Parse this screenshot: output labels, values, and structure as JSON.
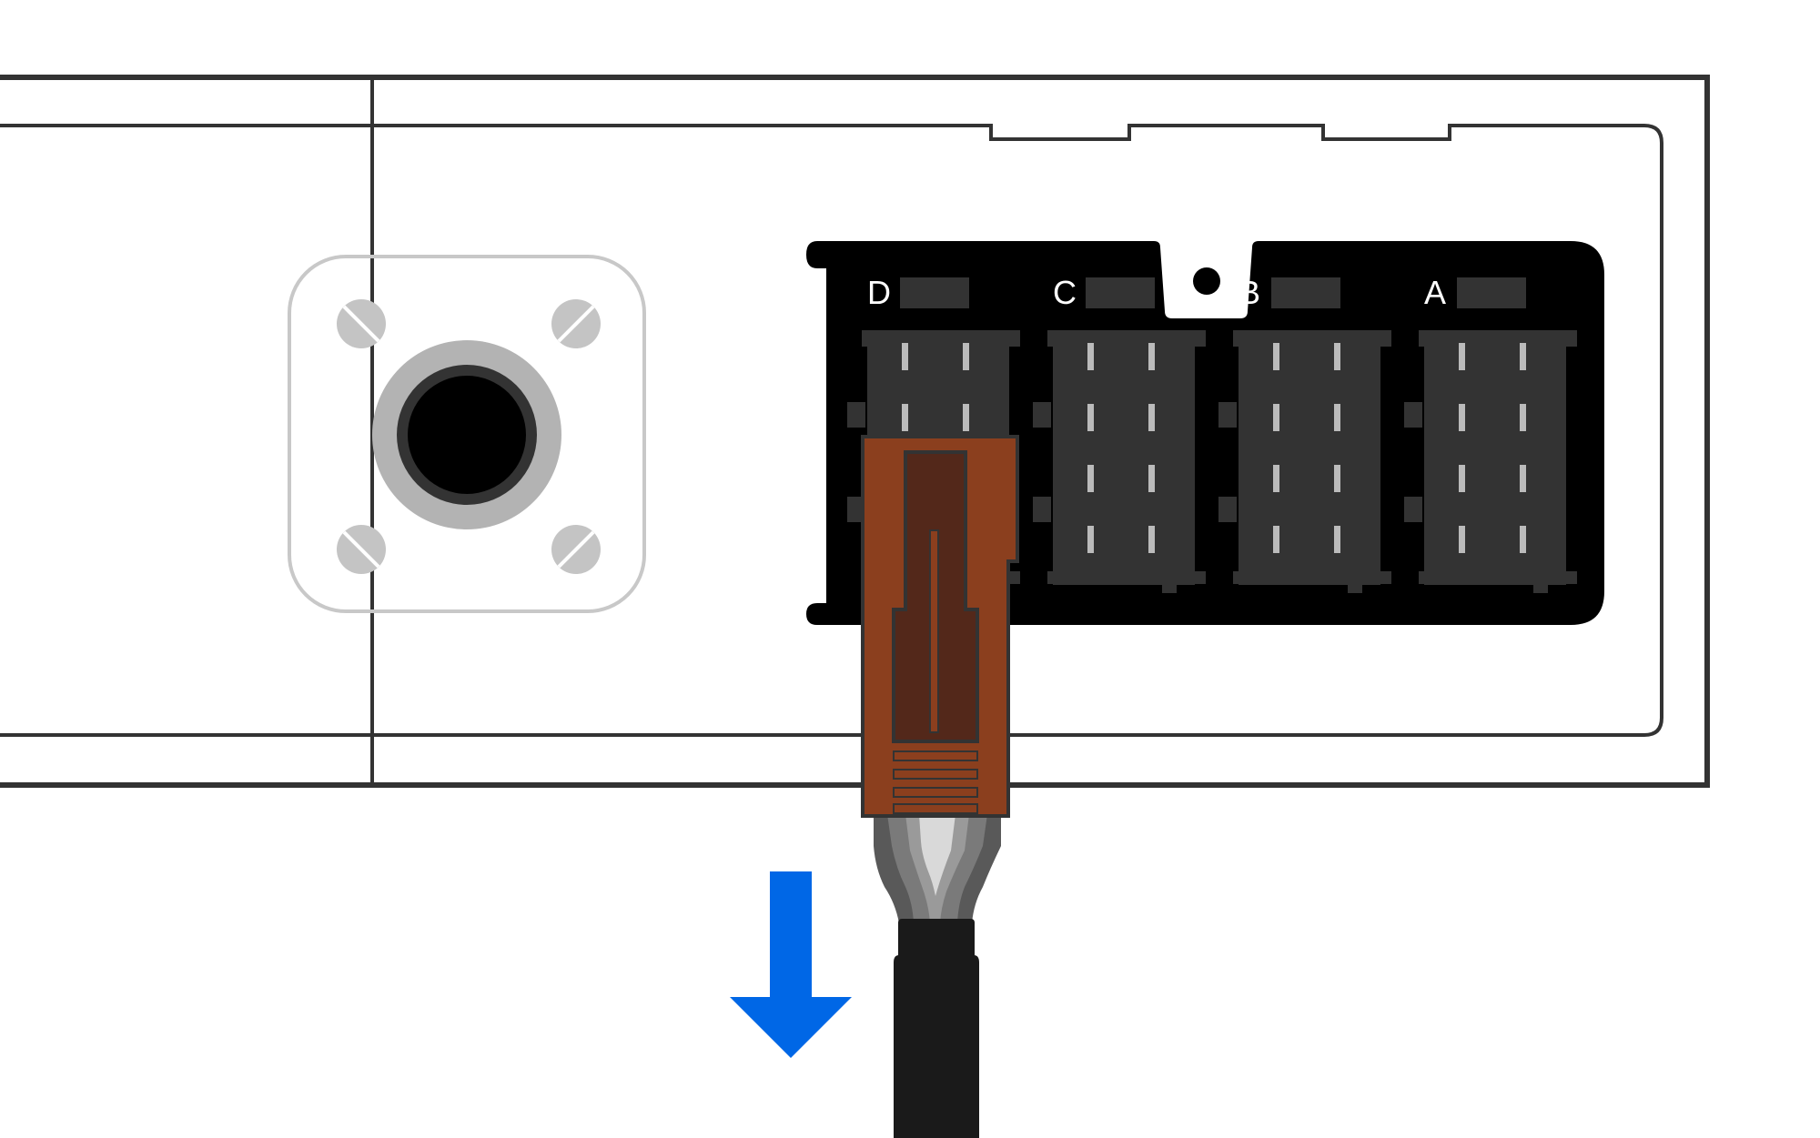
{
  "diagram": {
    "connector_slots": [
      {
        "letter": "D",
        "state": "plug-inserted"
      },
      {
        "letter": "C",
        "state": "empty"
      },
      {
        "letter": "B",
        "state": "empty"
      },
      {
        "letter": "A",
        "state": "empty"
      }
    ],
    "plug": {
      "color": "#8B3F1E",
      "dark_color": "#53281A"
    },
    "arrow": {
      "direction": "down",
      "color": "#0067E6",
      "meaning": "pull plug out"
    },
    "colors": {
      "outline": "#333333",
      "connector_body": "#000000",
      "socket": "#333333",
      "pin": "#BBBBBB",
      "cable_jacket": "#1A1A1A",
      "jack_ring": "#B3B3B3",
      "screw": "#C4C4C4"
    },
    "icons": [
      "round-jack-icon",
      "screw-icon",
      "multi-pin-connector-icon",
      "plug-icon",
      "cable-icon",
      "down-arrow-icon"
    ]
  }
}
